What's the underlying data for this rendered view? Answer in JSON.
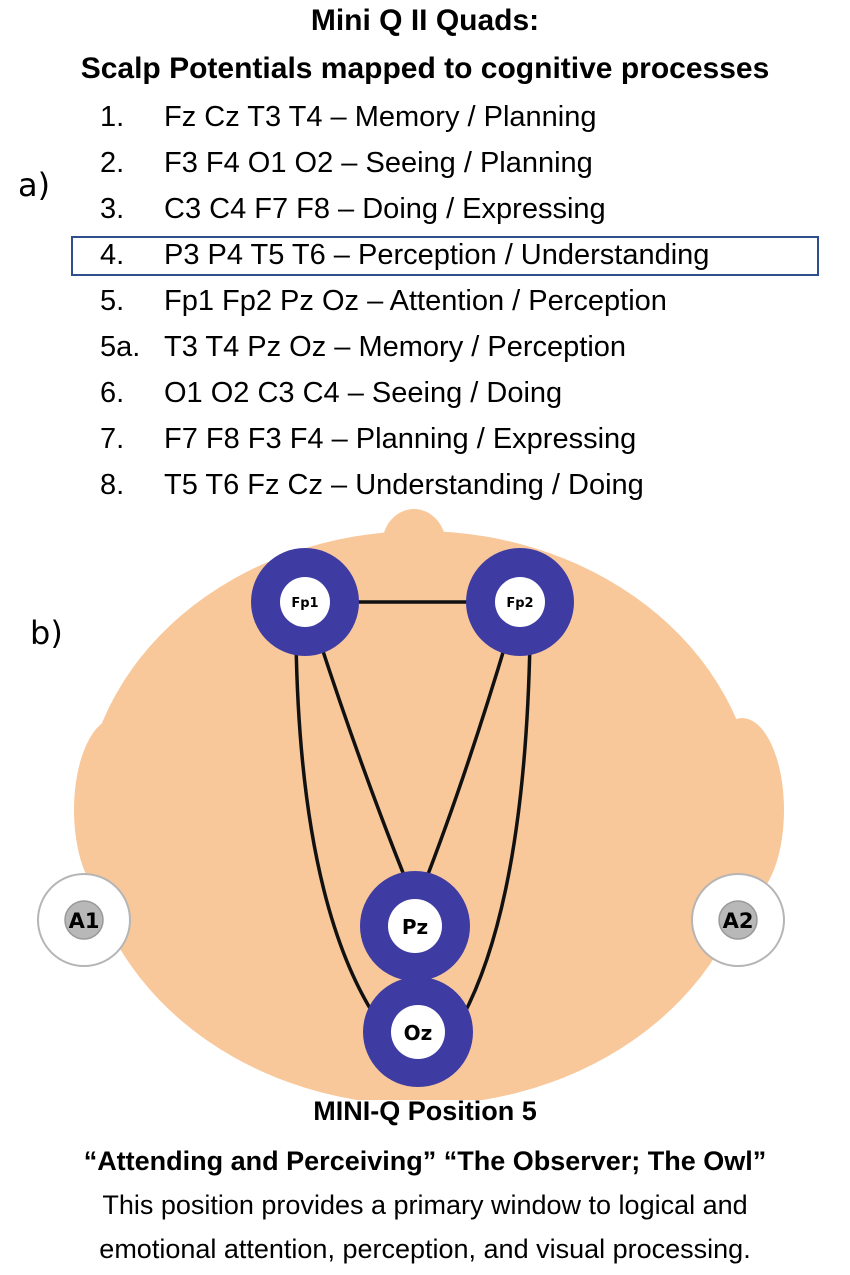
{
  "header": {
    "title_line1": "Mini Q II Quads:",
    "title_line2": "Scalp Potentials mapped to cognitive processes"
  },
  "panel_labels": {
    "a": "a)",
    "b": "b)"
  },
  "quads": [
    {
      "num": "1.",
      "text": "Fz Cz T3 T4 – Memory / Planning"
    },
    {
      "num": "2.",
      "text": "F3 F4 O1 O2 – Seeing / Planning"
    },
    {
      "num": "3.",
      "text": "C3 C4 F7 F8 – Doing / Expressing"
    },
    {
      "num": "4.",
      "text": "P3 P4 T5 T6 – Perception / Understanding",
      "highlighted": true
    },
    {
      "num": "5.",
      "text": "Fp1 Fp2 Pz Oz – Attention / Perception"
    },
    {
      "num": "5a.",
      "text": "T3 T4 Pz Oz – Memory / Perception"
    },
    {
      "num": "6.",
      "text": "O1 O2 C3 C4 – Seeing / Doing"
    },
    {
      "num": "7.",
      "text": "F7 F8 F3 F4 – Planning / Expressing"
    },
    {
      "num": "8.",
      "text": "T5 T6 Fz Cz – Understanding / Doing"
    }
  ],
  "diagram": {
    "electrodes": {
      "fp1": "Fp1",
      "fp2": "Fp2",
      "pz": "Pz",
      "oz": "Oz",
      "a1": "A1",
      "a2": "A2"
    },
    "colors": {
      "head": "#f8c79a",
      "electrode_ring": "#3e3ca3",
      "electrode_center": "#ffffff",
      "reference_fill": "#b8b8b8",
      "highlight_box": "#2e4f8c"
    }
  },
  "footer": {
    "position_title": "MINI-Q Position 5",
    "quote": "“Attending and Perceiving”  “The Observer; The Owl”",
    "description_line1": "This position provides a primary window to logical and",
    "description_line2": "emotional attention, perception, and visual processing."
  }
}
